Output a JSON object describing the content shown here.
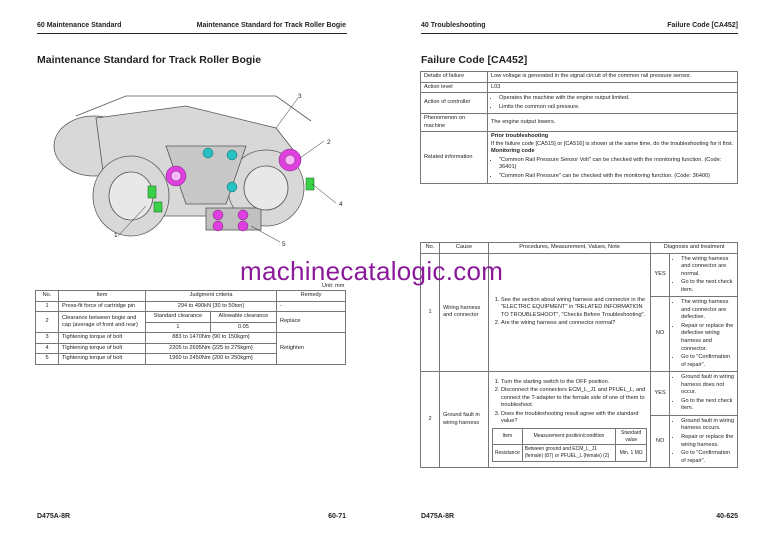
{
  "left": {
    "header_left": "60 Maintenance Standard",
    "header_right": "Maintenance Standard for Track Roller Bogie",
    "title": "Maintenance Standard for Track Roller Bogie",
    "callouts": [
      "1",
      "2",
      "3",
      "4",
      "5"
    ],
    "unit": "Unit: mm",
    "table": {
      "headers": [
        "No.",
        "Item",
        "Judgment criteria",
        "Remedy"
      ],
      "row1": {
        "no": "1",
        "item": "Press-fit force of cartridge pin",
        "criteria": "294 to 490kN {30 to 50ton}",
        "remedy": "-"
      },
      "row2": {
        "no": "2",
        "item": "Clearance between bogie and cap (average of front and rear)",
        "sub_h1": "Standard clearance",
        "sub_h2": "Allowable clearance",
        "std": "1",
        "allow": "0.05",
        "remedy": "Replace"
      },
      "row3": {
        "no": "3",
        "item": "Tightening torque of bolt",
        "criteria": "883 to 1470Nm {90 to 150kgm}"
      },
      "row4": {
        "no": "4",
        "item": "Tightening torque of bolt",
        "criteria": "2205 to 2695Nm {225 to 275kgm}",
        "remedy": "Retighten"
      },
      "row5": {
        "no": "5",
        "item": "Tightening torque of bolt",
        "criteria": "1960 to 2450Nm {200 to 250kgm}"
      }
    },
    "footer_left": "D475A-8R",
    "footer_right": "60-71"
  },
  "right": {
    "header_left": "40 Troubleshooting",
    "header_right": "Failure Code [CA452]",
    "title": "Failure Code [CA452]",
    "info": {
      "details_label": "Details of failure",
      "details_value": "Low voltage is generated in the signal circuit of the common rail pressure sensor.",
      "action_level_label": "Action level",
      "action_level_value": "L03",
      "action_controller_label": "Action of controller",
      "action_controller_items": [
        "Operates the machine with the engine output limited.",
        "Limits the common rail pressure."
      ],
      "phenomenon_label": "Phenomenon on machine",
      "phenomenon_value": "The engine output lowers.",
      "related_label": "Related information",
      "prior_heading": "Prior troubleshooting",
      "prior_text": "If the failure code [CA515] or [CA516] is shown at the same time, do the troubleshooting for it first.",
      "monitoring_heading": "Monitoring code",
      "monitoring_items": [
        "\"Common Rail Pressure Sensor Volt\" can be checked with the monitoring function. (Code: 36401)",
        "\"Common Rail Pressure\" can be checked with the monitoring function. (Code: 36400)"
      ]
    },
    "trouble": {
      "headers": [
        "No.",
        "Cause",
        "Procedures, Measurement, Values, Note",
        "Diagnosis and treatment"
      ],
      "r1": {
        "no": "1",
        "cause": "Wiring harness and connector",
        "steps": [
          "See the section about wiring harness and connector in the \"ELECTRIC EQUIPMENT\" in \"RELATED INFORMATION TO TROUBLESHOOT\", \"Checks Before Troubleshooting\".",
          "Are the wiring harness and connector normal?"
        ],
        "yes": "YES",
        "yes_items": [
          "The wiring harness and connector are normal.",
          "Go to the next check item."
        ],
        "no_label": "NO",
        "no_items": [
          "The wiring harness and connector are defective.",
          "Repair or replace the defective wiring harness and connector.",
          "Go to \"Confirmation of repair\"."
        ]
      },
      "r2": {
        "no": "2",
        "cause": "Ground fault in wiring harness",
        "steps": [
          "Turn the starting switch to the OFF position.",
          "Disconnect the connectors ECM_L_J1 and PFUEL_L, and connect the T-adapter to the female side of one of them to troubleshoot.",
          "Does the troubleshooting result agree with the standard value?"
        ],
        "meas_h1": "Item",
        "meas_h2": "Measurement position/condition",
        "meas_h3": "Standard value",
        "meas_item": "Resistance",
        "meas_cond": "Between ground and ECM_L_J1 (female) (87) or PFUEL_L (female) (2)",
        "meas_val": "Min. 1 MΩ",
        "yes": "YES",
        "yes_items": [
          "Ground fault in wiring harness does not occur.",
          "Go to the next check item."
        ],
        "no_label": "NO",
        "no_items": [
          "Ground fault in wiring harness occurs.",
          "Repair or replace the wiring harness.",
          "Go to \"Confirmation of repair\"."
        ]
      }
    },
    "footer_left": "D475A-8R",
    "footer_right": "40-625"
  },
  "watermark": "machinecatalogic.com",
  "colors": {
    "watermark": "#8a1a9a",
    "bolt_highlight": "#e040e0",
    "grease_highlight": "#3ad04a",
    "pin_highlight": "#28c0c0"
  }
}
